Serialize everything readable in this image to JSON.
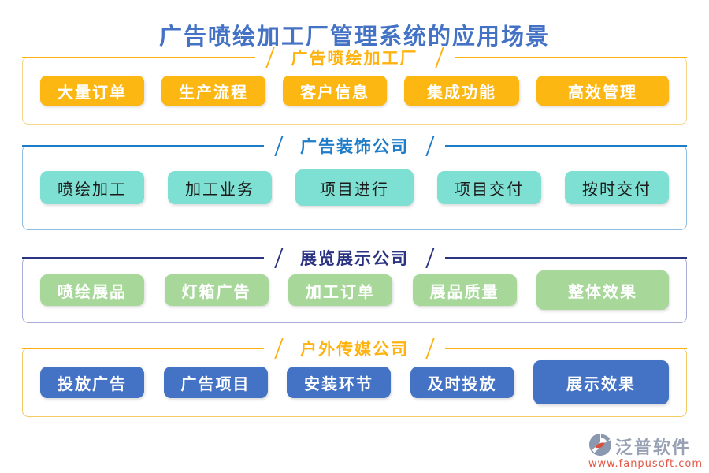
{
  "page": {
    "title": "广告喷绘加工厂管理系统的应用场景"
  },
  "sections": [
    {
      "title": "广告喷绘加工厂",
      "items": [
        "大量订单",
        "生产流程",
        "客户信息",
        "集成功能",
        "高效管理"
      ]
    },
    {
      "title": "广告装饰公司",
      "items": [
        "喷绘加工",
        "加工业务",
        "项目进行",
        "项目交付",
        "按时交付"
      ]
    },
    {
      "title": "展览展示公司",
      "items": [
        "喷绘展品",
        "灯箱广告",
        "加工订单",
        "展品质量",
        "整体效果"
      ]
    },
    {
      "title": "户外传媒公司",
      "items": [
        "投放广告",
        "广告项目",
        "安装环节",
        "及时投放",
        "展示效果"
      ]
    }
  ],
  "colors": {
    "title": "#4472C4",
    "sections": [
      {
        "line": "#FFB310",
        "box_border": "#F6D489",
        "tag_bg": "#FCB712",
        "tag_text": "#FFFFFF"
      },
      {
        "line": "#1E7CC8",
        "box_border": "#8FBCE0",
        "tag_bg": "#7EE0D2",
        "tag_text": "#1C1C1C"
      },
      {
        "line": "#2B3383",
        "box_border": "#A9ADD6",
        "tag_bg": "#A7D89A",
        "tag_text": "#FFFFFF"
      },
      {
        "line": "#FFB310",
        "box_border": "#F2CB66",
        "tag_bg": "#4472C4",
        "tag_text": "#FFFFFF"
      }
    ],
    "watermark_brand": "#97A1B3",
    "watermark_url": "#E25746"
  },
  "watermark": {
    "brand": "泛普软件",
    "url": "www.fanpusoft.com",
    "logo_icon": "fanpu-logo-icon"
  }
}
